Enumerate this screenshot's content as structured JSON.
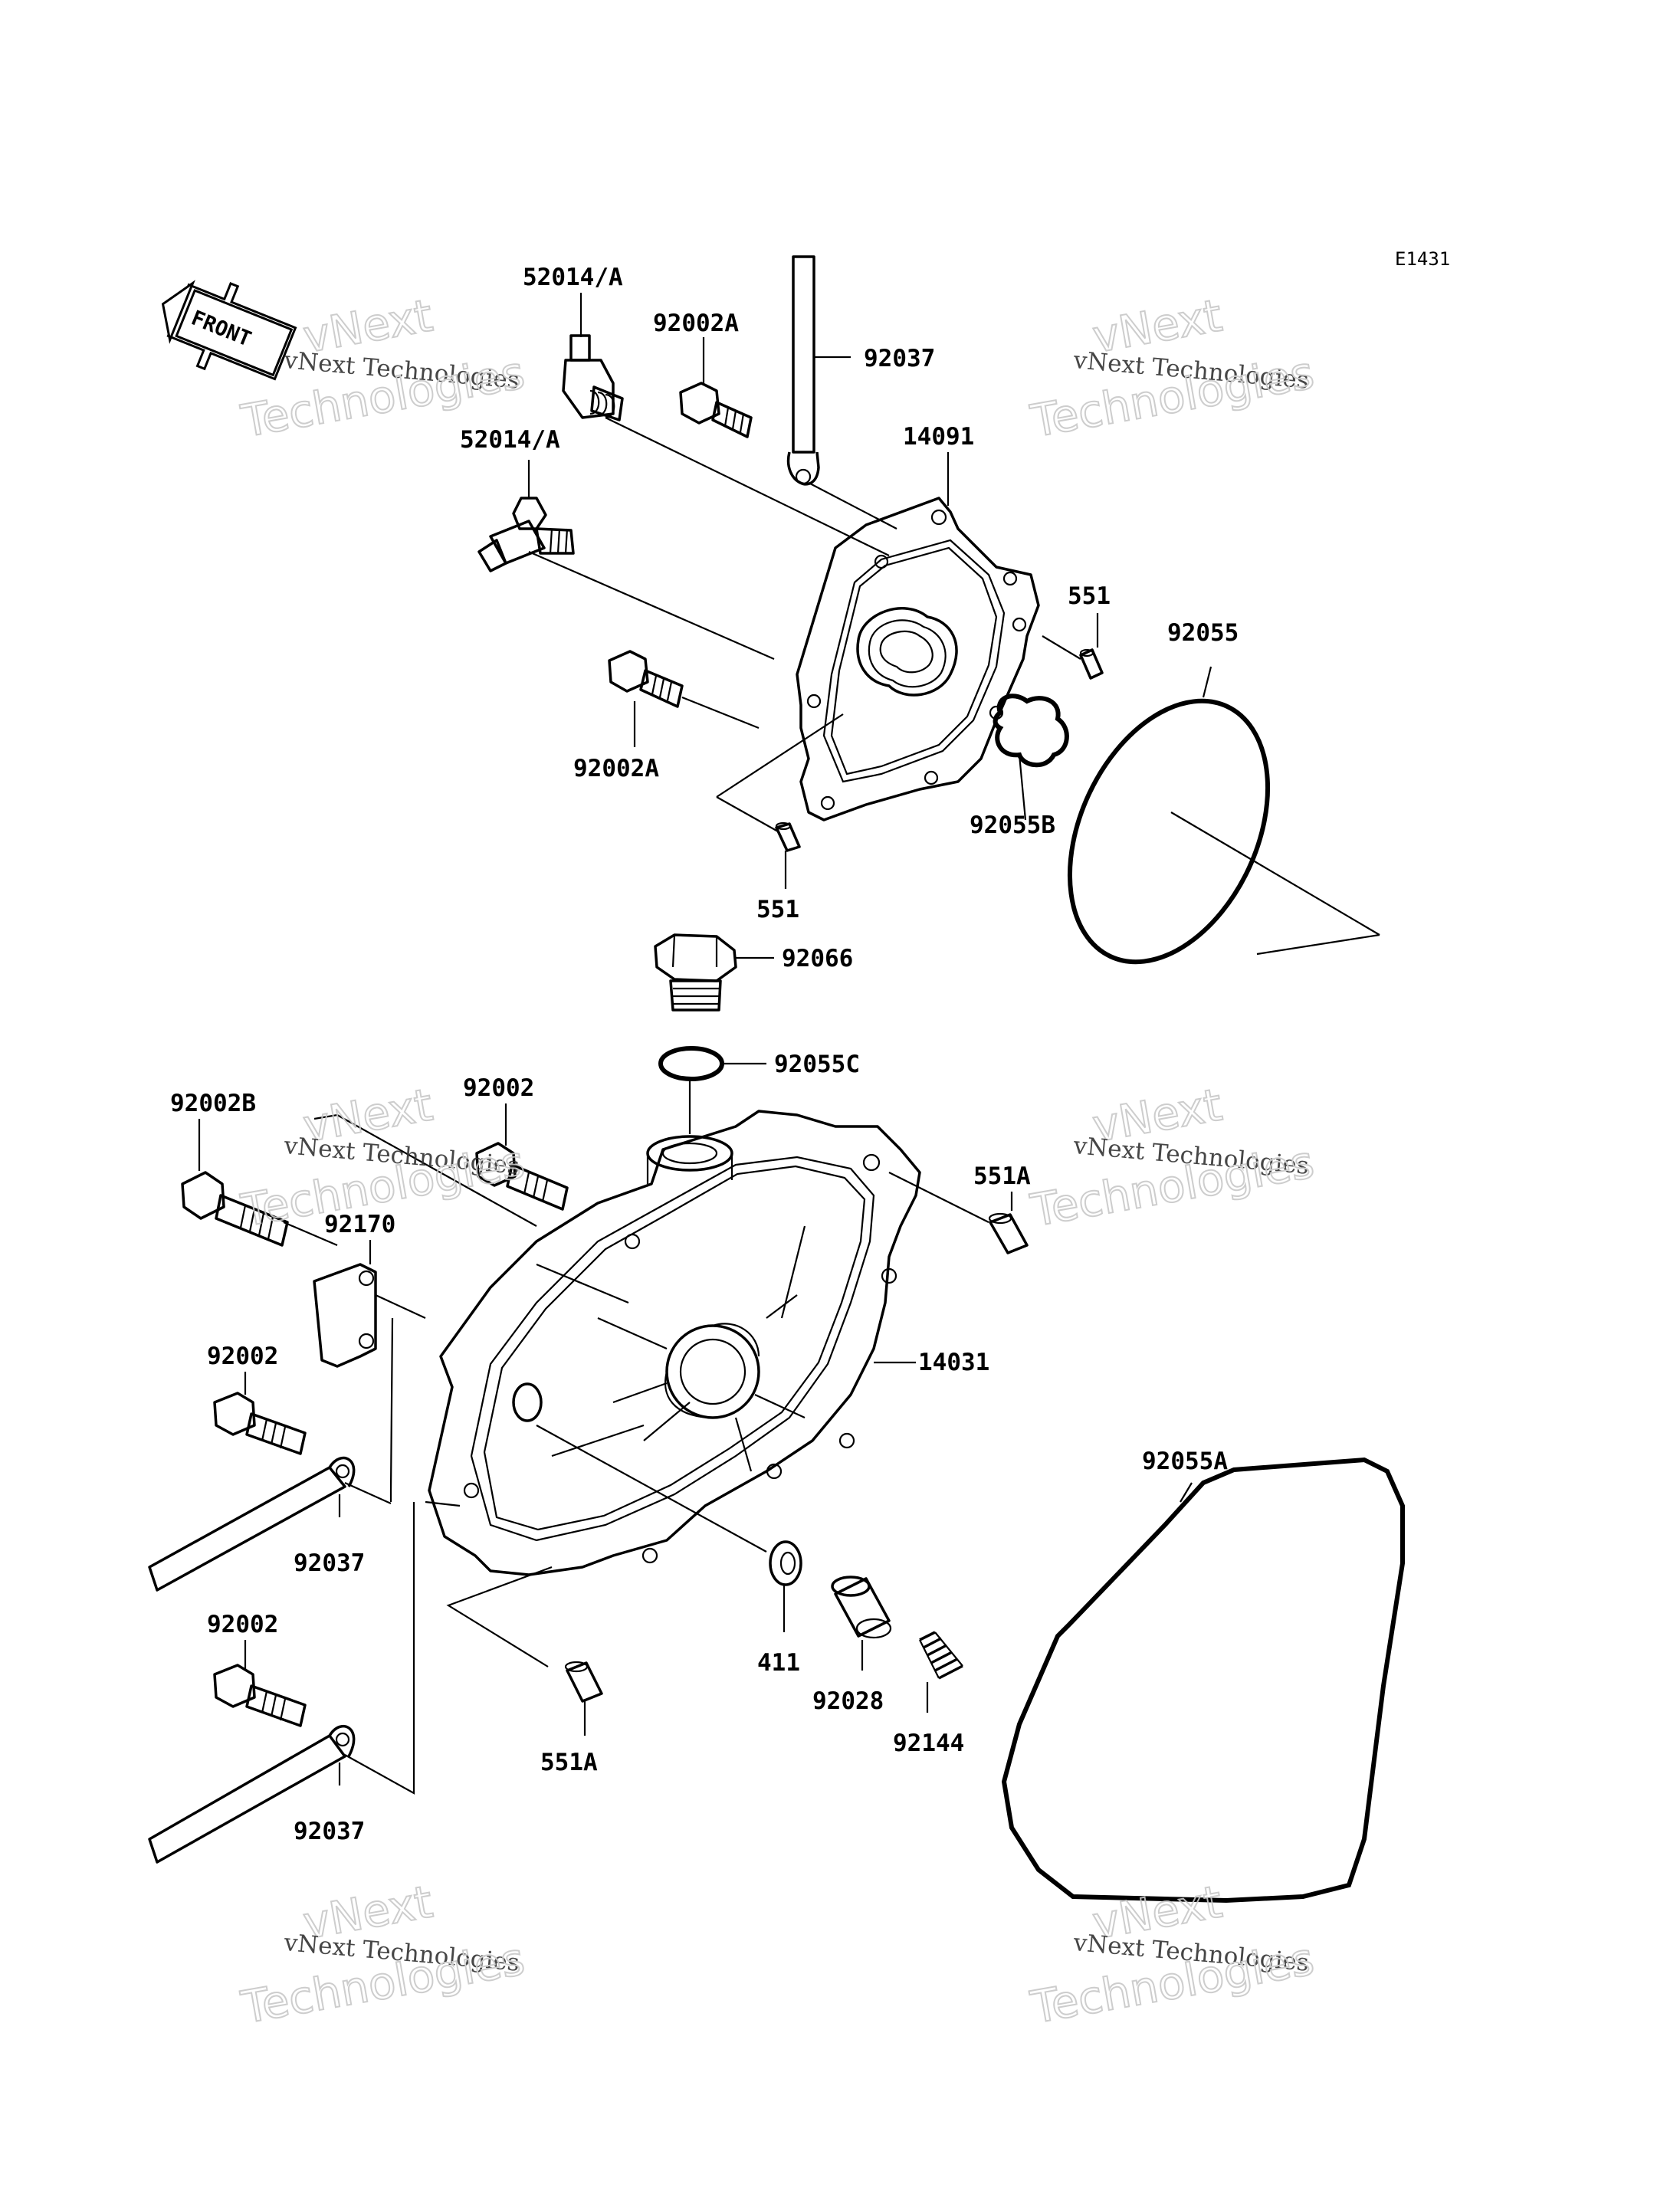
{
  "diagram_code": "E1431",
  "front_arrow": {
    "label": "FRONT",
    "icon": "front-arrow-icon"
  },
  "callouts": [
    {
      "id": "c1",
      "text": "52014/A"
    },
    {
      "id": "c2",
      "text": "92002A"
    },
    {
      "id": "c3",
      "text": "92037"
    },
    {
      "id": "c4",
      "text": "52014/A"
    },
    {
      "id": "c5",
      "text": "14091"
    },
    {
      "id": "c6",
      "text": "551"
    },
    {
      "id": "c7",
      "text": "92055"
    },
    {
      "id": "c8",
      "text": "92002A"
    },
    {
      "id": "c9",
      "text": "92055B"
    },
    {
      "id": "c10",
      "text": "551"
    },
    {
      "id": "c11",
      "text": "92066"
    },
    {
      "id": "c12",
      "text": "92055C"
    },
    {
      "id": "c13",
      "text": "92002B"
    },
    {
      "id": "c14",
      "text": "92002"
    },
    {
      "id": "c15",
      "text": "551A"
    },
    {
      "id": "c16",
      "text": "92170"
    },
    {
      "id": "c17",
      "text": "14031"
    },
    {
      "id": "c18",
      "text": "92002"
    },
    {
      "id": "c19",
      "text": "92055A"
    },
    {
      "id": "c20",
      "text": "92037"
    },
    {
      "id": "c21",
      "text": "411"
    },
    {
      "id": "c22",
      "text": "92028"
    },
    {
      "id": "c23",
      "text": "92144"
    },
    {
      "id": "c24",
      "text": "92002"
    },
    {
      "id": "c25",
      "text": "551A"
    },
    {
      "id": "c26",
      "text": "92037"
    }
  ],
  "watermark": {
    "line1": "vNext Technologies",
    "big_line1": "vNext",
    "big_line2": "Technologies"
  }
}
